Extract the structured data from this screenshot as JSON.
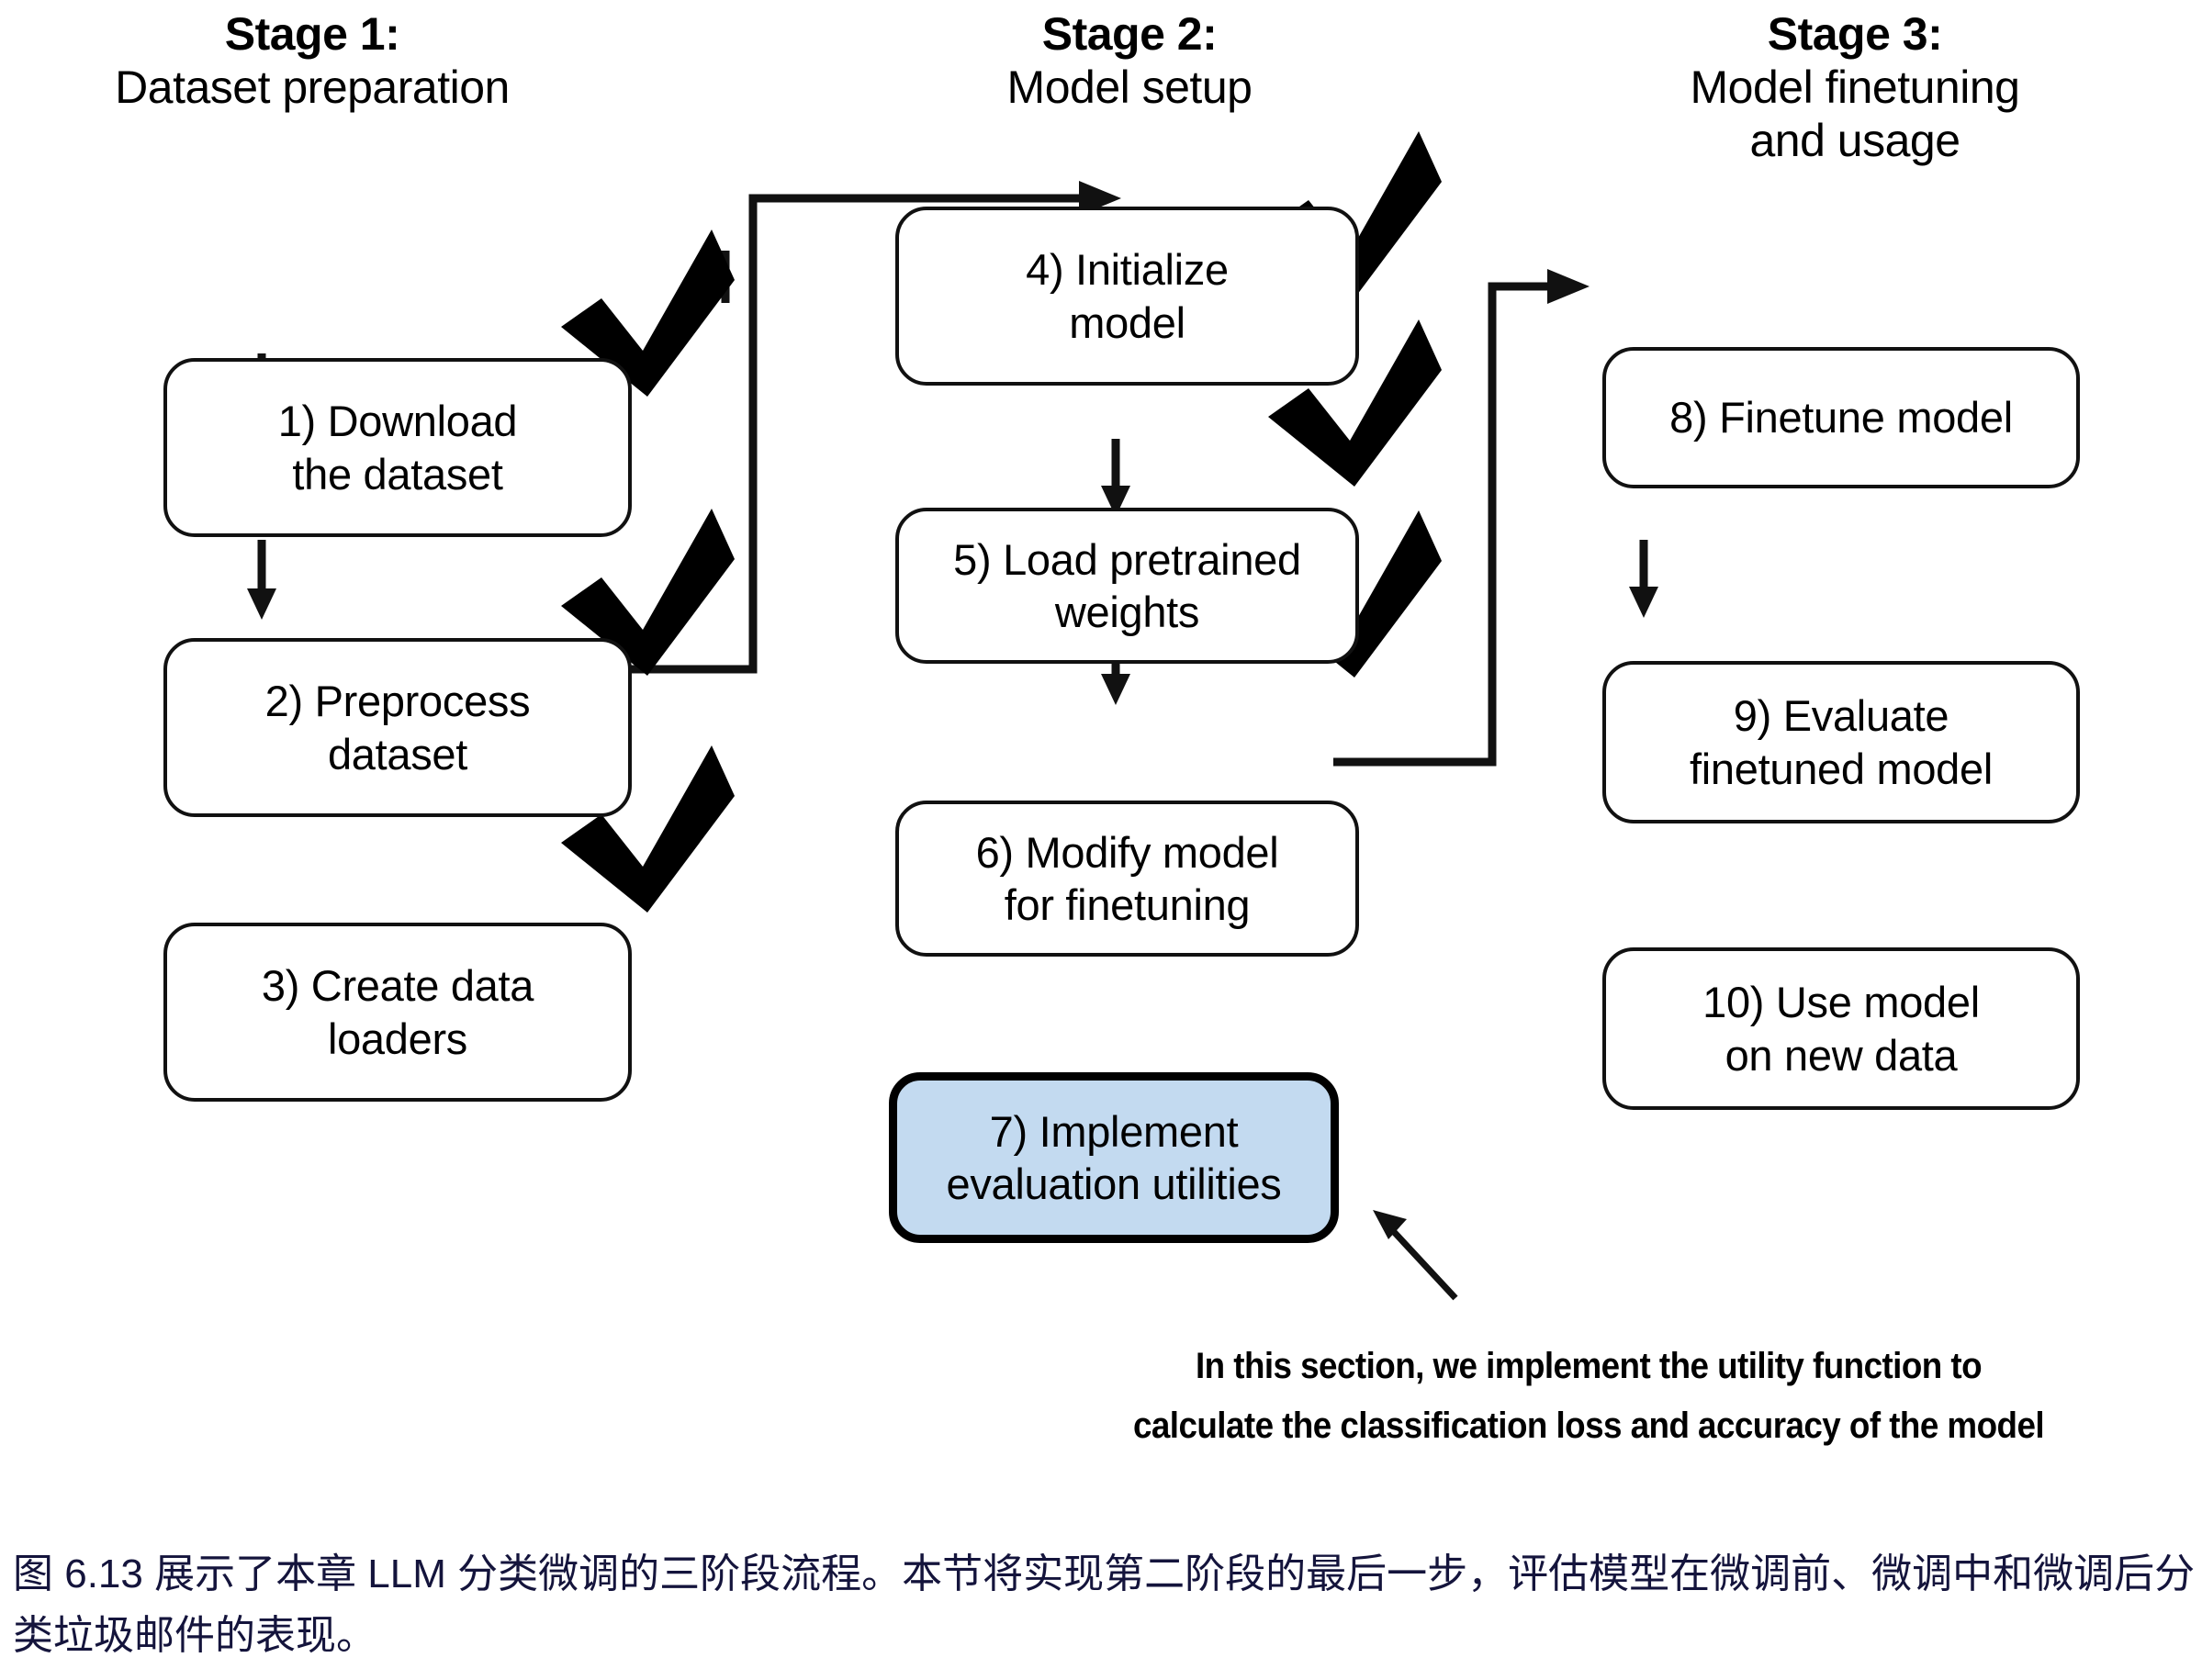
{
  "figure": {
    "stages": [
      {
        "id": "stage-1",
        "line1": "Stage 1:",
        "line2": "Dataset preparation"
      },
      {
        "id": "stage-2",
        "line1": "Stage 2:",
        "line2": "Model setup"
      },
      {
        "id": "stage-3",
        "line1": "Stage 3:",
        "line2": "Model finetuning\nand usage"
      }
    ],
    "nodes": [
      {
        "id": "node-1",
        "label": "1) Download\nthe dataset",
        "stage": 1,
        "checked": true,
        "highlighted": false
      },
      {
        "id": "node-2",
        "label": "2) Preprocess\ndataset",
        "stage": 1,
        "checked": true,
        "highlighted": false
      },
      {
        "id": "node-3",
        "label": "3) Create data\nloaders",
        "stage": 1,
        "checked": true,
        "highlighted": false
      },
      {
        "id": "node-4",
        "label": "4) Initialize\nmodel",
        "stage": 2,
        "checked": true,
        "highlighted": false
      },
      {
        "id": "node-5",
        "label": "5) Load pretrained\nweights",
        "stage": 2,
        "checked": true,
        "highlighted": false
      },
      {
        "id": "node-6",
        "label": "6) Modify model\nfor finetuning",
        "stage": 2,
        "checked": true,
        "highlighted": false
      },
      {
        "id": "node-7",
        "label": "7) Implement\nevaluation utilities",
        "stage": 2,
        "checked": false,
        "highlighted": true
      },
      {
        "id": "node-8",
        "label": "8) Finetune model",
        "stage": 3,
        "checked": false,
        "highlighted": false
      },
      {
        "id": "node-9",
        "label": "9) Evaluate\nfinetuned model",
        "stage": 3,
        "checked": false,
        "highlighted": false
      },
      {
        "id": "node-10",
        "label": "10) Use model\non new data",
        "stage": 3,
        "checked": false,
        "highlighted": false
      }
    ],
    "annotation": {
      "line1": "In this section, we implement the utility function to",
      "line2": "calculate the classification loss and accuracy of the model"
    },
    "caption": "图 6.13 展示了本章 LLM 分类微调的三阶段流程。本节将实现第二阶段的最后一步，评估模型在微调前、微调中和微调后分类垃圾邮件的表现。",
    "colors": {
      "highlight_fill": "#c3daf0",
      "stroke": "#111111",
      "caption_text": "#14143c",
      "check_mark": "#000000"
    }
  }
}
